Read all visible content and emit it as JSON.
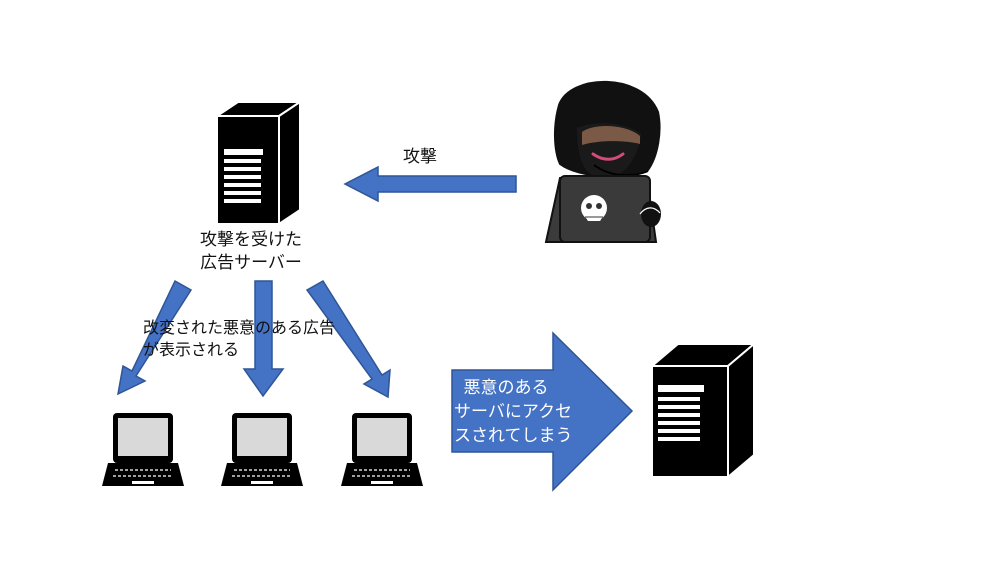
{
  "labels": {
    "attack": "攻撃",
    "attacked_server_line1": "攻撃を受けた",
    "attacked_server_line2": "広告サーバー",
    "tampered_ad_line1": "改変された悪意のある広告",
    "tampered_ad_line2": "が表示される",
    "malicious_access_line1": "悪意のある",
    "malicious_access_line2": "サーバにアクセ",
    "malicious_access_line3": "スされてしまう"
  },
  "colors": {
    "arrow_blue": "#4472c4",
    "arrow_border": "#2f5597",
    "black": "#111111",
    "white": "#ffffff",
    "screen_gray": "#d9d9d9"
  },
  "icons": {
    "ad_server": "server-tower-icon",
    "hacker": "hooded-hacker-icon",
    "laptop": "laptop-icon",
    "malicious_server": "server-tower-icon"
  }
}
